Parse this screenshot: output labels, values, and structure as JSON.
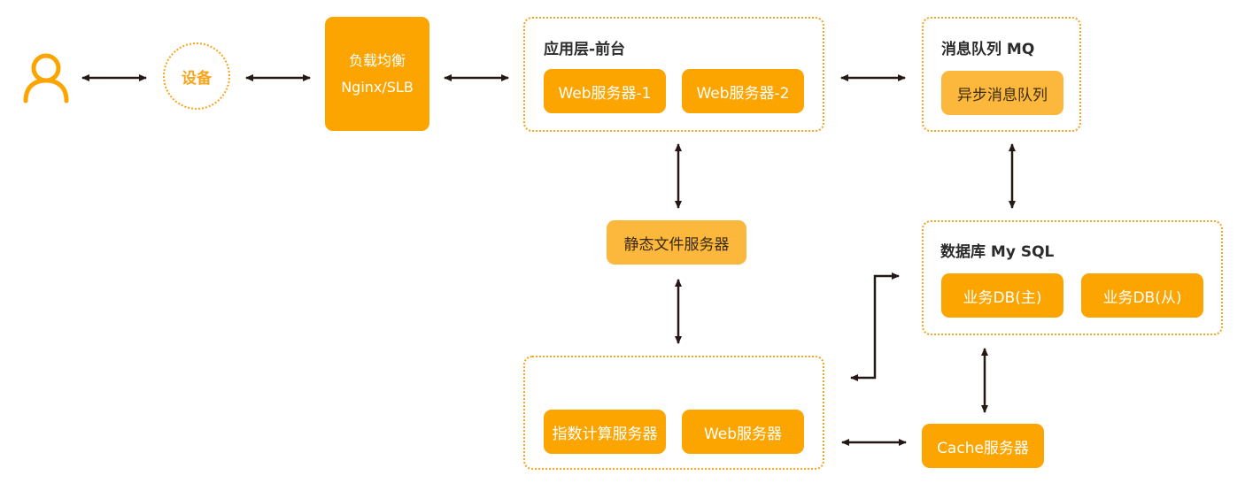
{
  "diagram": {
    "colors": {
      "primary": "#fca400",
      "secondary": "#fcb83c",
      "border": "#f7a51c",
      "arrow": "#231815",
      "title_text": "#2b2b2b"
    },
    "user": {
      "icon": "user-icon"
    },
    "device": {
      "label": "设备"
    },
    "load_balancer": {
      "line1": "负载均衡",
      "line2": "Nginx/SLB"
    },
    "app_layer": {
      "title": "应用层-前台",
      "nodes": [
        "Web服务器-1",
        "Web服务器-2"
      ]
    },
    "mq": {
      "title": "消息队列 MQ",
      "nodes": [
        "异步消息队列"
      ]
    },
    "static_server": {
      "label": "静态文件服务器"
    },
    "database": {
      "title": "数据库 My SQL",
      "nodes": [
        "业务DB(主)",
        "业务DB(从)"
      ]
    },
    "backend": {
      "title": "",
      "nodes": [
        "指数计算服务器",
        "Web服务器"
      ]
    },
    "cache": {
      "label": "Cache服务器"
    },
    "connections": [
      {
        "from": "user",
        "to": "device",
        "type": "bidirectional"
      },
      {
        "from": "device",
        "to": "load_balancer",
        "type": "bidirectional"
      },
      {
        "from": "load_balancer",
        "to": "app_layer",
        "type": "bidirectional"
      },
      {
        "from": "app_layer",
        "to": "mq",
        "type": "bidirectional"
      },
      {
        "from": "app_layer",
        "to": "static_server",
        "type": "bidirectional"
      },
      {
        "from": "static_server",
        "to": "backend",
        "type": "bidirectional"
      },
      {
        "from": "mq",
        "to": "database",
        "type": "bidirectional"
      },
      {
        "from": "backend",
        "to": "database",
        "type": "bidirectional-elbow"
      },
      {
        "from": "database",
        "to": "cache",
        "type": "bidirectional"
      },
      {
        "from": "backend",
        "to": "cache",
        "type": "bidirectional"
      }
    ]
  }
}
